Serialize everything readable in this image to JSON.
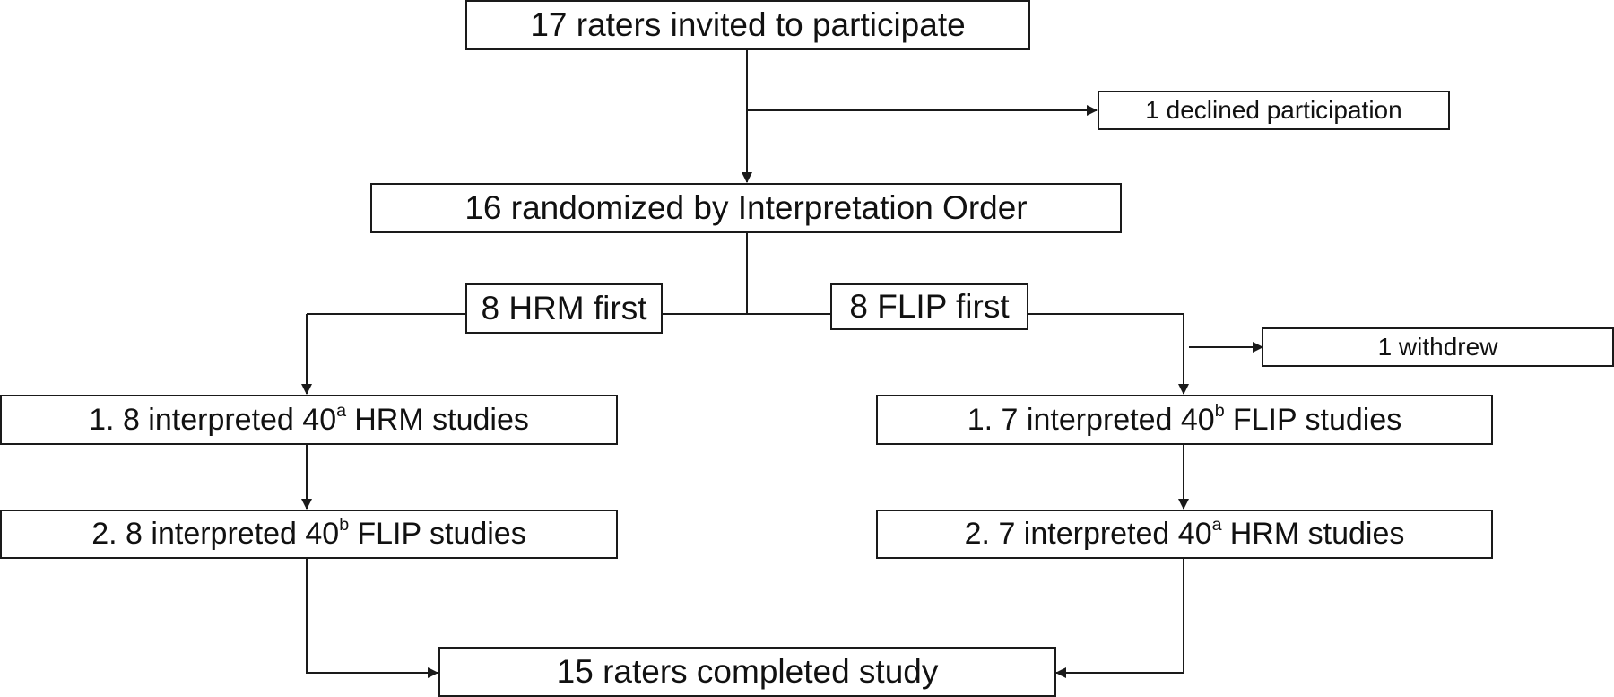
{
  "nodes": {
    "invited": "17 raters invited to participate",
    "declined": "1 declined participation",
    "randomized": "16 randomized by Interpretation Order",
    "hrm_first": "8 HRM first",
    "flip_first": "8 FLIP first",
    "withdrew": "1 withdrew",
    "left_step1": {
      "prefix": "1. 8 interpreted 40",
      "sup": "a",
      "suffix": "HRM studies"
    },
    "left_step2": {
      "prefix": "2. 8 interpreted 40",
      "sup": "b",
      "suffix": "FLIP studies"
    },
    "right_step1": {
      "prefix": "1. 7 interpreted 40",
      "sup": "b",
      "suffix": "FLIP studies"
    },
    "right_step2": {
      "prefix": "2. 7 interpreted 40",
      "sup": "a",
      "suffix": "HRM studies"
    },
    "completed": "15 raters completed study"
  }
}
